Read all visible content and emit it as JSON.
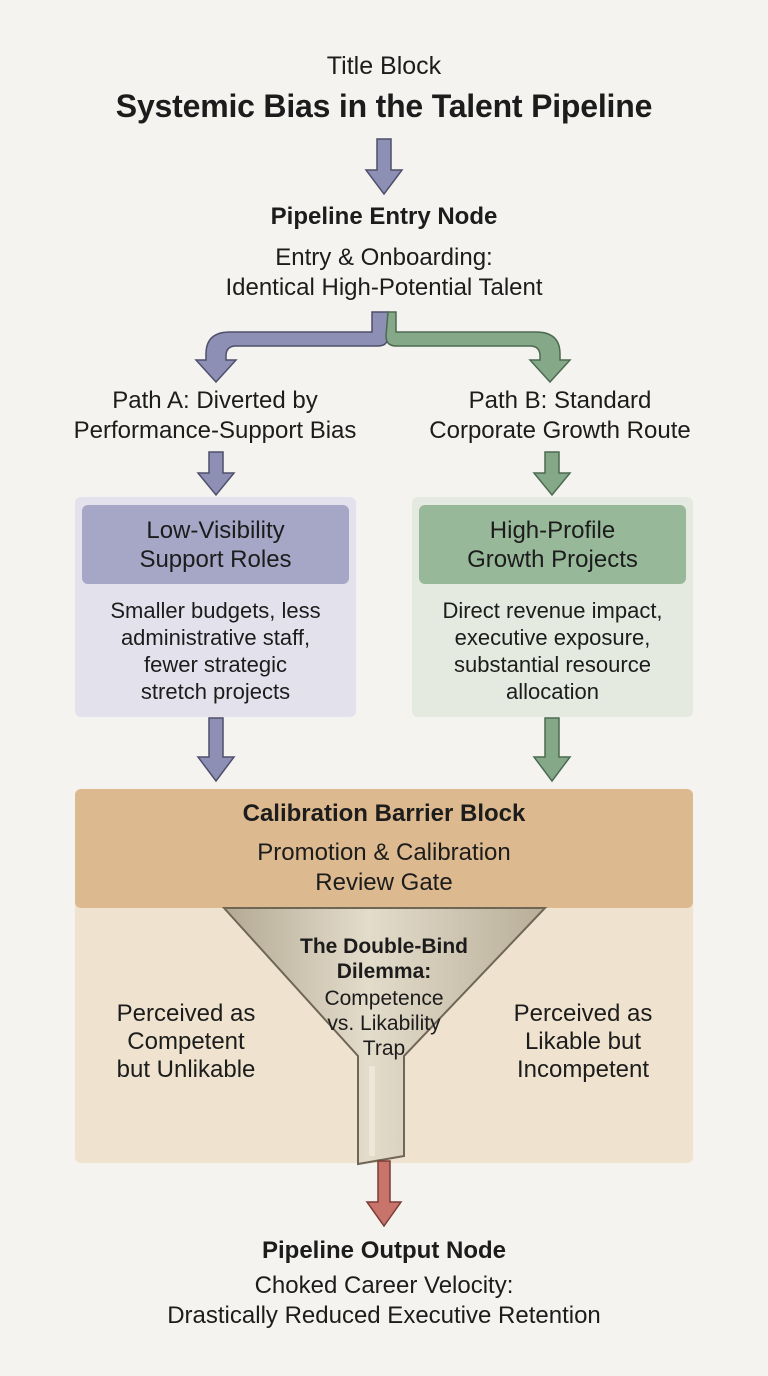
{
  "title_block": {
    "label": "Title Block",
    "title": "Systemic Bias in the Talent Pipeline"
  },
  "entry_node": {
    "heading": "Pipeline Entry Node",
    "line1": "Entry & Onboarding:",
    "line2": "Identical High-Potential Talent"
  },
  "path_a": {
    "line1": "Path A: Diverted by",
    "line2": "Performance-Support Bias",
    "box_title_1": "Low-Visibility",
    "box_title_2": "Support Roles",
    "desc": [
      "Smaller budgets, less",
      "administrative staff,",
      "fewer strategic",
      "stretch projects"
    ]
  },
  "path_b": {
    "line1": "Path B: Standard",
    "line2": "Corporate Growth Route",
    "box_title_1": "High-Profile",
    "box_title_2": "Growth Projects",
    "desc": [
      "Direct revenue impact,",
      "executive exposure,",
      "substantial resource",
      "allocation"
    ]
  },
  "barrier": {
    "heading": "Calibration Barrier Block",
    "line1": "Promotion & Calibration",
    "line2": "Review Gate",
    "left_label": [
      "Perceived as",
      "Competent",
      "but Unlikable"
    ],
    "right_label": [
      "Perceived as",
      "Likable but",
      "Incompetent"
    ],
    "funnel_title": [
      "The Double-Bind",
      "Dilemma:"
    ],
    "funnel_body": [
      "Competence",
      "vs. Likability",
      "Trap"
    ]
  },
  "output_node": {
    "heading": "Pipeline Output Node",
    "line1": "Choked Career Velocity:",
    "line2": "Drastically Reduced Executive Retention"
  },
  "colors": {
    "background": "#f4f3ef",
    "path_a_arrow": "#8e8fb5",
    "path_b_arrow": "#84a888",
    "output_arrow": "#c9746a",
    "barrier": "#dcb98e",
    "funnel": "#c9bfa9"
  }
}
